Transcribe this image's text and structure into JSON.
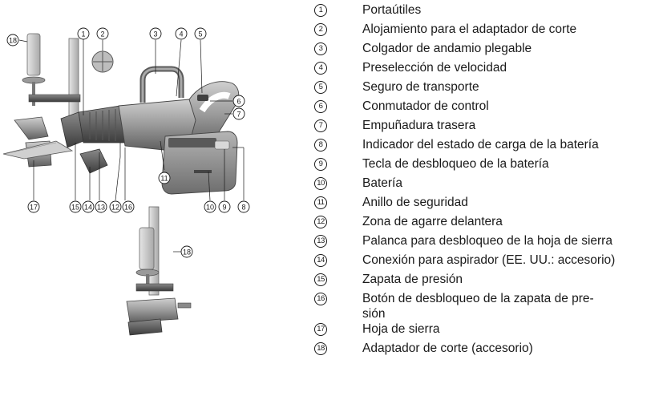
{
  "legend": [
    {
      "num": "1",
      "text": "Portaútiles"
    },
    {
      "num": "2",
      "text": "Alojamiento para el adaptador de corte"
    },
    {
      "num": "3",
      "text": "Colgador de andamio plegable"
    },
    {
      "num": "4",
      "text": "Preselección de velocidad"
    },
    {
      "num": "5",
      "text": "Seguro de transporte"
    },
    {
      "num": "6",
      "text": "Conmutador de control"
    },
    {
      "num": "7",
      "text": "Empuñadura trasera"
    },
    {
      "num": "8",
      "text": "Indicador del estado de carga de la batería"
    },
    {
      "num": "9",
      "text": "Tecla de desbloqueo de la batería"
    },
    {
      "num": "10",
      "text": "Batería"
    },
    {
      "num": "11",
      "text": "Anillo de seguridad"
    },
    {
      "num": "12",
      "text": "Zona de agarre delantera"
    },
    {
      "num": "13",
      "text": "Palanca para desbloqueo de la hoja de sierra"
    },
    {
      "num": "14",
      "text": "Conexión para aspirador (EE. UU.: accesorio)"
    },
    {
      "num": "15",
      "text": "Zapata de presión"
    },
    {
      "num": "16",
      "text": "Botón de desbloqueo de la zapata de pre-\nsión"
    },
    {
      "num": "17",
      "text": "Hoja de sierra"
    },
    {
      "num": "18",
      "text": "Adaptador de corte (accesorio)"
    }
  ],
  "figure": {
    "callouts": [
      "1",
      "2",
      "3",
      "4",
      "5",
      "6",
      "7",
      "8",
      "9",
      "10",
      "11",
      "12",
      "13",
      "14",
      "15",
      "16",
      "17",
      "18"
    ],
    "detail_callout": "18"
  }
}
